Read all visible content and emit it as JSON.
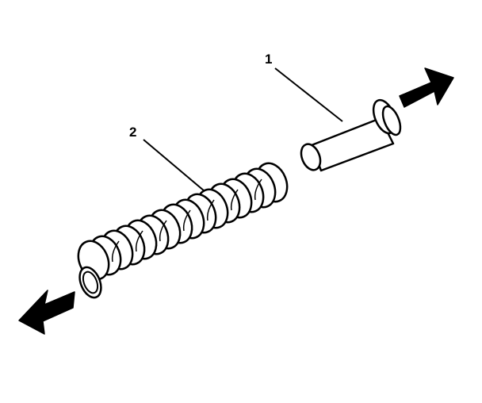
{
  "callouts": [
    {
      "label": "1",
      "part": "pin"
    },
    {
      "label": "2",
      "part": "spring"
    }
  ],
  "arrows": [
    {
      "direction": "up-right",
      "icon": "arrow-right-icon"
    },
    {
      "direction": "down-left",
      "icon": "arrow-left-icon"
    }
  ],
  "colors": {
    "line": "#000000",
    "fill": "#ffffff"
  }
}
